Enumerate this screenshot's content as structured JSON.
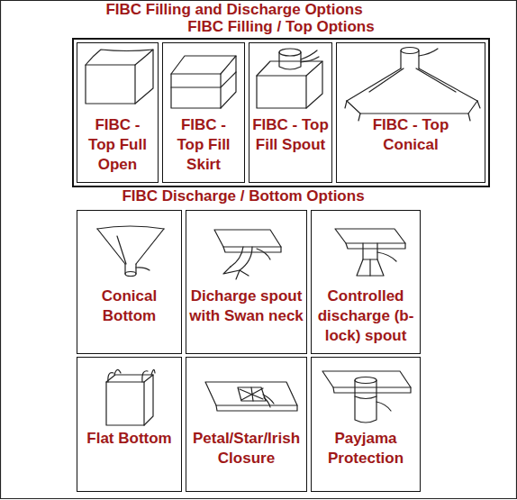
{
  "diagram": {
    "title": "FIBC Filling and Discharge Options",
    "nodes": [
      {
        "text": [
          "FIBC Filling / Top Options"
        ]
      },
      {
        "text": [
          "FIBC - Top Full Open"
        ],
        "in": 0
      },
      {
        "text": [
          "FIBC - Top Fill Skirt"
        ],
        "in": 0
      },
      {
        "text": [
          "FIBC - Top Fill Spout"
        ],
        "in": 0
      },
      {
        "text": [
          "FIBC - Top Conical"
        ],
        "in": 0
      },
      {
        "text": [
          "Conical Bottom"
        ]
      },
      {
        "text": [
          "Dicharge spout with Swan neck"
        ]
      },
      {
        "text": [
          "Controlled discharge (b-lock) spout"
        ]
      },
      {
        "text": [
          "Flat Bottom"
        ]
      },
      {
        "text": [
          "Petal/Star/Irish Closure"
        ]
      },
      {
        "text": [
          "Payjama Protection"
        ]
      }
    ],
    "labels": [
      "FIBC Discharge / Bottom Options"
    ]
  }
}
